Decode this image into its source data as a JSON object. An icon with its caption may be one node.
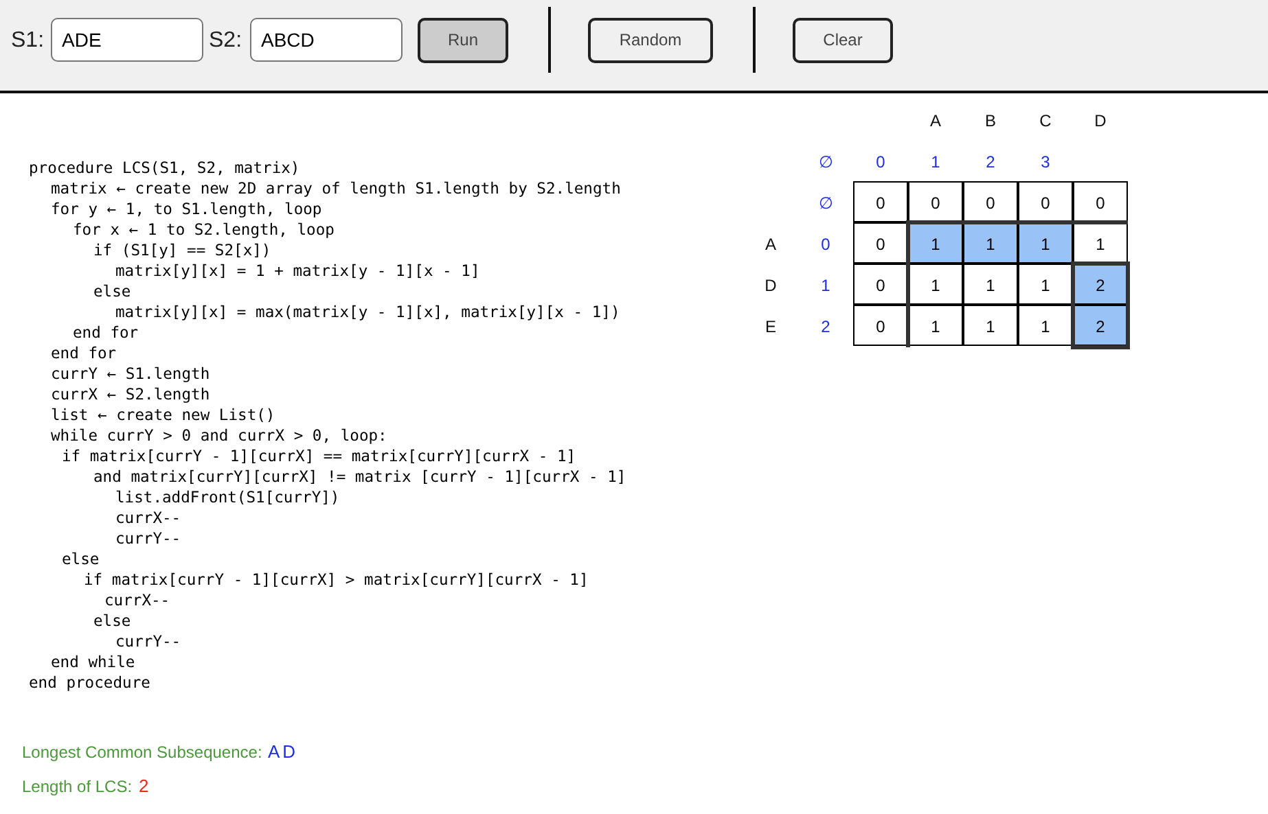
{
  "diagram": {
    "labels": [
      "S1:",
      "ADE",
      "S2:",
      "ABCD",
      "Run",
      "Random",
      "Clear",
      "procedure LCS(S1, S2, matrix)",
      "matrix ← create new 2D array of length S1.length by S2.length",
      "for y ← 1, to S1.length, loop",
      "for x ← 1 to S2.length, loop",
      "if (S1[y] == S2[x])",
      "matrix[y][x] = 1 + matrix[y - 1][x - 1]",
      "else",
      "matrix[y][x] = max(matrix[y - 1][x], matrix[y][x - 1])",
      "end for",
      "end for",
      "currY ← S1.length",
      "currX ← S2.length",
      "list ← create new List()",
      "while currY > 0 and currX > 0, loop:",
      "if matrix[currY - 1][currX] == matrix[currY][currX - 1]",
      "and matrix[currY][currX] != matrix [currY - 1][currX - 1]",
      "list.addFront(S1[currY])",
      "currX--",
      "currY--",
      "else",
      "if matrix[currY - 1][currX] > matrix[currY][currX - 1]",
      "currX--",
      "else",
      "currY--",
      "end while",
      "end procedure",
      "A",
      "B",
      "C",
      "D",
      "∅",
      "0",
      "1",
      "2",
      "3",
      "∅",
      "0",
      "0",
      "0",
      "0",
      "0",
      "A",
      "0",
      "0",
      "1",
      "1",
      "1",
      "1",
      "D",
      "1",
      "0",
      "1",
      "1",
      "1",
      "2",
      "E",
      "2",
      "0",
      "1",
      "1",
      "1",
      "2",
      "Longest Common Subsequence:",
      "AD",
      "Length of LCS:",
      "2"
    ]
  }
}
